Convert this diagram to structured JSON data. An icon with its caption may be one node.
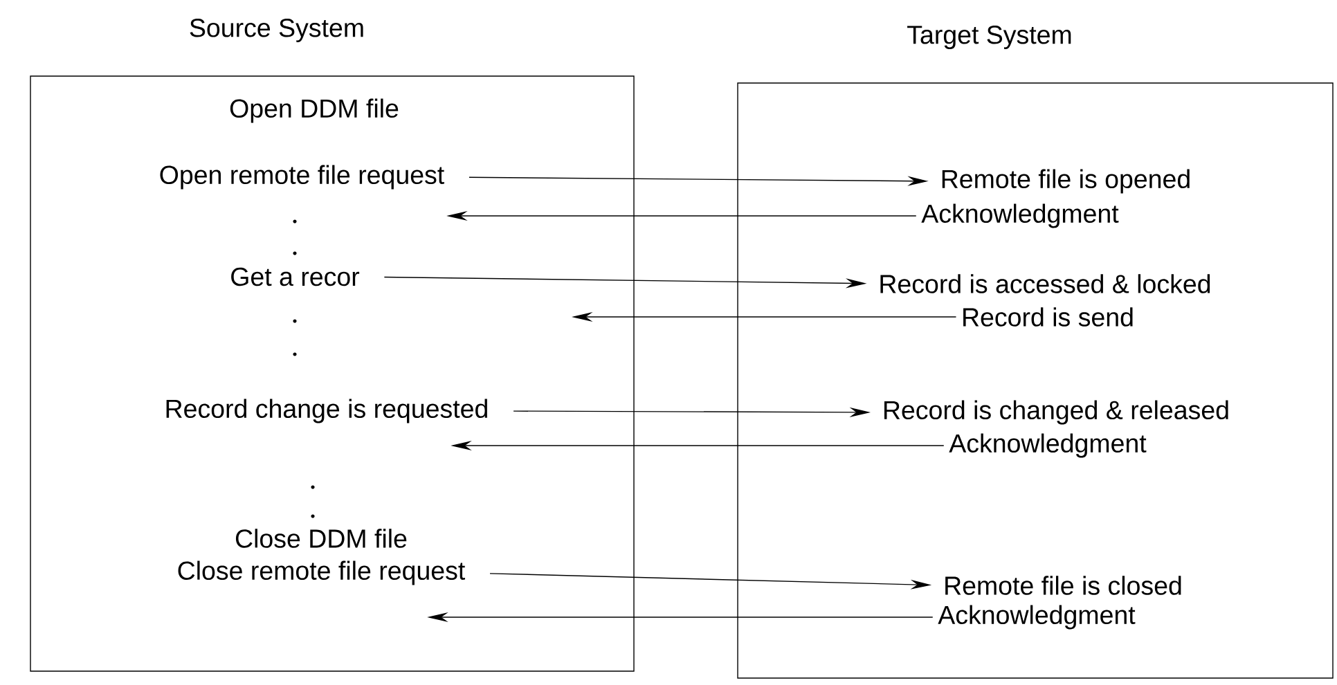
{
  "diagram": {
    "nodes": [
      {
        "text": [
          "Source System"
        ]
      },
      {
        "text": [
          "Target System"
        ]
      },
      {
        "text": [
          "Open remote file request"
        ],
        "in": 0
      },
      {
        "text": [
          "Remote file is opened"
        ],
        "in": 1
      },
      {
        "text": [
          "Acknowledgment"
        ],
        "in": 1
      },
      {
        "text": [
          "Get a recor"
        ],
        "in": 0
      },
      {
        "text": [
          "Record is accessed & locked"
        ],
        "in": 1
      },
      {
        "text": [
          "Record is send"
        ],
        "in": 1
      },
      {
        "text": [
          "Record change is requested"
        ],
        "in": 0
      },
      {
        "text": [
          "Record is changed & released"
        ],
        "in": 1
      },
      {
        "text": [
          "Acknowledgment"
        ],
        "in": 1
      },
      {
        "text": [
          "Close remote file request"
        ],
        "in": 0
      },
      {
        "text": [
          "Remote file is closed"
        ],
        "in": 1
      },
      {
        "text": [
          "Acknowledgment"
        ],
        "in": 1
      }
    ],
    "edges": [
      {
        "from": 2,
        "to": 3,
        "arrow": "to"
      },
      {
        "from": 4,
        "to": 2,
        "arrow": "to"
      },
      {
        "from": 5,
        "to": 6,
        "arrow": "to"
      },
      {
        "from": 7,
        "to": null,
        "arrow": "to"
      },
      {
        "from": 8,
        "to": 9,
        "arrow": "to"
      },
      {
        "from": 10,
        "to": 8,
        "arrow": "to"
      },
      {
        "from": 11,
        "to": 12,
        "arrow": "to"
      },
      {
        "from": 13,
        "to": 11,
        "arrow": "to"
      }
    ],
    "labels": [
      "Open DDM file",
      "Close DDM file"
    ]
  }
}
